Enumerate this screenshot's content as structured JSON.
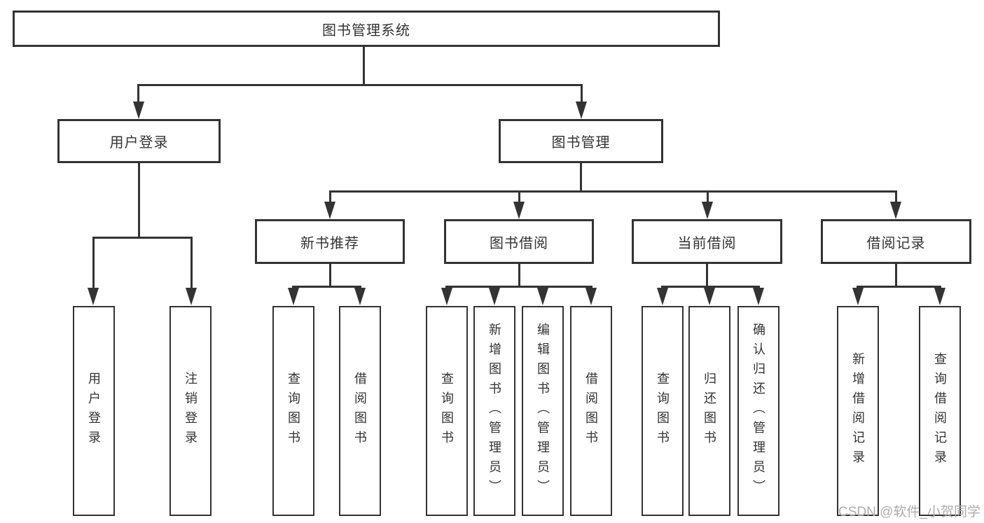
{
  "colors": {
    "line": "#333333",
    "text": "#333333",
    "box_background": "#ffffff",
    "watermark": "#adadad",
    "background": "#ffffff"
  },
  "watermark": {
    "text": "CSDN @软件_小贺同学"
  },
  "tree": {
    "label": "图书管理系统",
    "children": [
      {
        "label": "用户登录",
        "children": [
          {
            "label": "用户登录"
          },
          {
            "label": "注销登录"
          }
        ]
      },
      {
        "label": "图书管理",
        "children": [
          {
            "label": "新书推荐",
            "children": [
              {
                "label": "查询图书"
              },
              {
                "label": "借阅图书"
              }
            ]
          },
          {
            "label": "图书借阅",
            "children": [
              {
                "label": "查询图书"
              },
              {
                "label": "新增图书（管理员）"
              },
              {
                "label": "编辑图书（管理员）"
              },
              {
                "label": "借阅图书"
              }
            ]
          },
          {
            "label": "当前借阅",
            "children": [
              {
                "label": "查询图书"
              },
              {
                "label": "归还图书"
              },
              {
                "label": "确认归还（管理员）"
              }
            ]
          },
          {
            "label": "借阅记录",
            "children": [
              {
                "label": "新增借阅记录"
              },
              {
                "label": "查询借阅记录"
              }
            ]
          }
        ]
      }
    ]
  }
}
